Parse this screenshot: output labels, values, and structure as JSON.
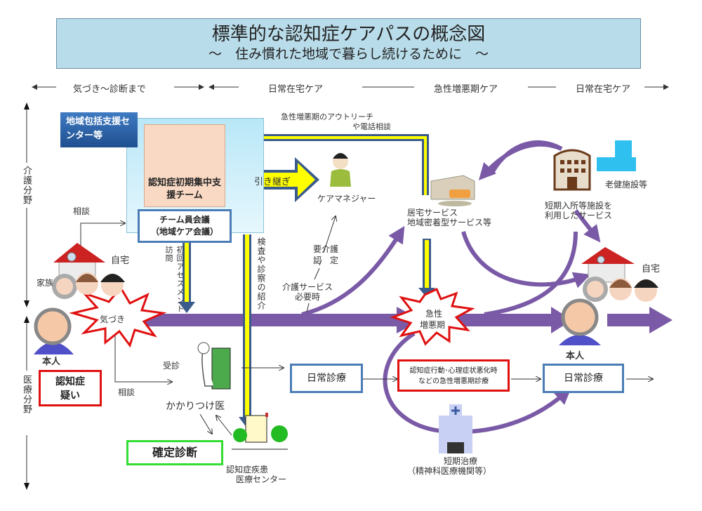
{
  "title": {
    "main": "標準的な認知症ケアパスの概念図",
    "sub": "～　住み慣れた地域で暮らし続けるために　～"
  },
  "phases": [
    {
      "label": "気づき～診断まで"
    },
    {
      "label": "日常在宅ケア"
    },
    {
      "label": "急性増悪期ケア"
    },
    {
      "label": "日常在宅ケア"
    }
  ],
  "axis": {
    "care_field": "介護分野",
    "medical_field": "医療分野"
  },
  "center": {
    "tag": "地域包括支援センター等",
    "team": "認知症初期集中支援チーム",
    "meeting_line1": "チーム員会議",
    "meeting_line2": "（地域ケア会議）"
  },
  "labels": {
    "consult_top": "相談",
    "consult_bottom": "相談",
    "handover": "引き継ぎ",
    "care_manager": "ケアマネジャー",
    "outreach_line1": "急性増悪期のアウトリーチ",
    "outreach_line2": "や電話相談",
    "home_service_line1": "居宅サービス",
    "home_service_line2": "地域密着型サービス等",
    "short_stay_line1": "短期入所等施設を",
    "short_stay_line2": "利用したサービス",
    "elderly_facility": "老健施設等",
    "home_left": "自宅",
    "home_right": "自宅",
    "family": "家族",
    "person_left": "本人",
    "person_right": "本人",
    "awareness": "気づき",
    "acute_line1": "急性",
    "acute_line2": "増悪期",
    "initial_assessment": "初回アセスメント訪問",
    "exam_referral": "検査や診察の紹介",
    "care_cert_line1": "要介護",
    "care_cert_line2": "認　定",
    "care_need_line1": "介護サービス",
    "care_need_line2": "必要時",
    "visit": "受診",
    "family_doctor": "かかりつけ医",
    "dementia_suspect_line1": "認知症",
    "dementia_suspect_line2": "疑い",
    "definitive_diagnosis": "確定診断",
    "medical_center_line1": "認知症疾患",
    "medical_center_line2": "医療センター",
    "daily_care_1": "日常診療",
    "acute_care_line1": "認知症行動･心理症状悪化時",
    "acute_care_line2": "などの急性増悪期診療",
    "daily_care_2": "日常診療",
    "short_treatment_line1": "短期治療",
    "short_treatment_line2": "（精神科医療機関等）"
  },
  "colors": {
    "title_bg": "#b9dcea",
    "purple_arrow": "#7a5aa6",
    "yellow": "#ffff00",
    "navy": "#3b5b8c",
    "red": "#e01010",
    "green": "#33dd33",
    "blue_box": "#4a7db5"
  }
}
